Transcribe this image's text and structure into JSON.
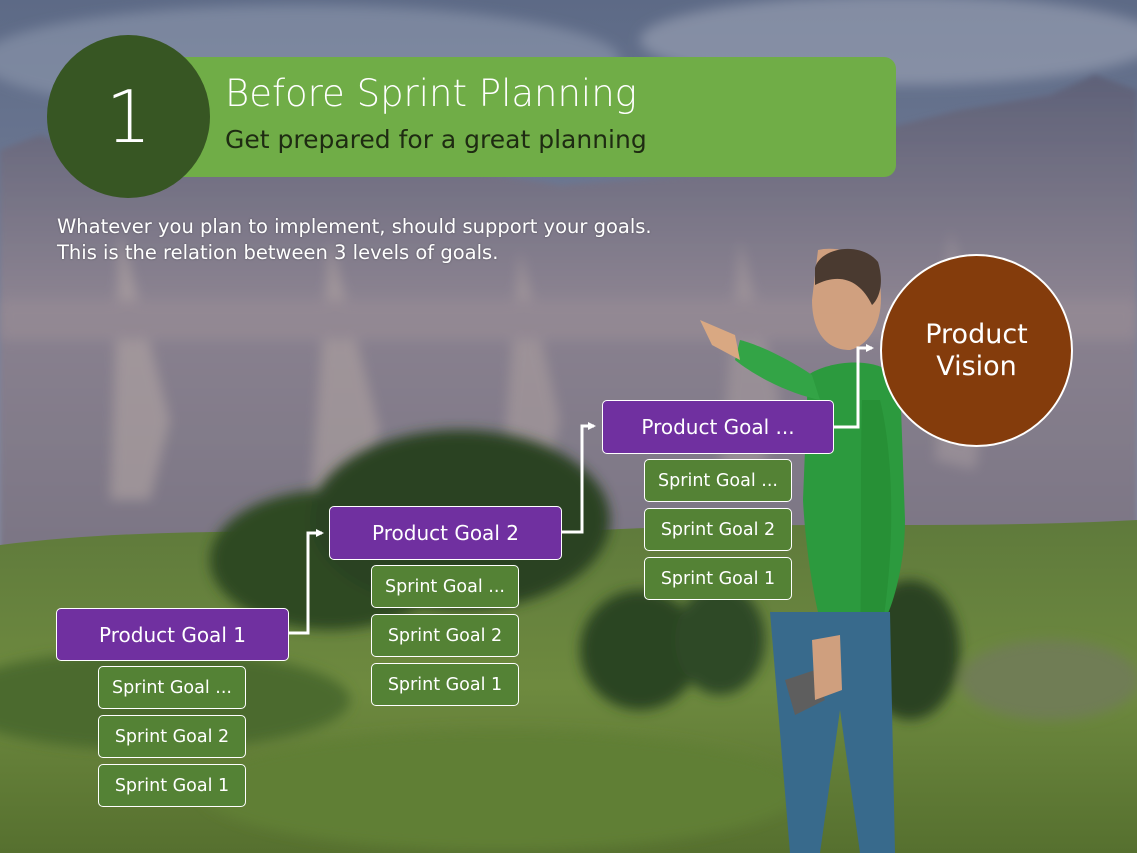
{
  "header": {
    "step_number": "1",
    "title": "Before Sprint Planning",
    "subtitle": "Get prepared for a great planning"
  },
  "intro": {
    "line1": "Whatever you plan to implement, should support your goals.",
    "line2": "This is the relation between 3 levels of goals."
  },
  "goal_levels": [
    {
      "product_goal": "Product Goal 1",
      "sprint_goals": [
        "Sprint Goal ...",
        "Sprint Goal 2",
        "Sprint Goal 1"
      ]
    },
    {
      "product_goal": "Product Goal 2",
      "sprint_goals": [
        "Sprint Goal ...",
        "Sprint Goal 2",
        "Sprint Goal 1"
      ]
    },
    {
      "product_goal": "Product Goal ...",
      "sprint_goals": [
        "Sprint Goal ...",
        "Sprint Goal 2",
        "Sprint Goal 1"
      ]
    }
  ],
  "vision": {
    "line1": "Product",
    "line2": "Vision"
  },
  "colors": {
    "header_bar": "#70ad47",
    "step_circle": "#375623",
    "product_goal": "#7030a0",
    "sprint_goal": "#548235",
    "vision": "#843c0c"
  }
}
